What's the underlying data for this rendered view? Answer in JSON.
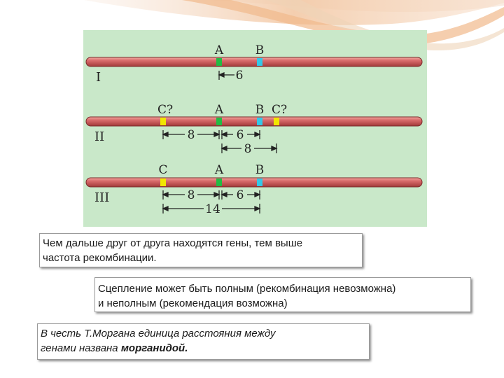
{
  "figure": {
    "rows": [
      {
        "numeral": "I",
        "genes": [
          {
            "label": "A",
            "color": "#22bb44"
          },
          {
            "label": "B",
            "color": "#33c8e8"
          }
        ],
        "distances": [
          "6"
        ]
      },
      {
        "numeral": "II",
        "genes": [
          {
            "label": "C?",
            "color": "#f2e600"
          },
          {
            "label": "A",
            "color": "#22bb44"
          },
          {
            "label": "B",
            "color": "#33c8e8"
          },
          {
            "label": "C?",
            "color": "#f2e600"
          }
        ],
        "distances": [
          "8",
          "6",
          "8"
        ]
      },
      {
        "numeral": "III",
        "genes": [
          {
            "label": "C",
            "color": "#f2e600"
          },
          {
            "label": "A",
            "color": "#22bb44"
          },
          {
            "label": "B",
            "color": "#33c8e8"
          }
        ],
        "distances": [
          "8",
          "6",
          "14"
        ]
      }
    ],
    "chromosome_color": "#d96b6b",
    "background_color": "#c9e8c9"
  },
  "box1": {
    "line1": "Чем дальше друг от друга находятся гены, тем выше",
    "line2": "частота рекомбинации."
  },
  "box2": {
    "line1": "Сцепление может быть полным (рекомбинация невозможна)",
    "line2": "и неполным (рекомендация возможна)"
  },
  "box3": {
    "line1": "В честь Т.Моргана единица расстояния между",
    "line2_prefix": "генами названа ",
    "line2_bold": "морганидой."
  }
}
